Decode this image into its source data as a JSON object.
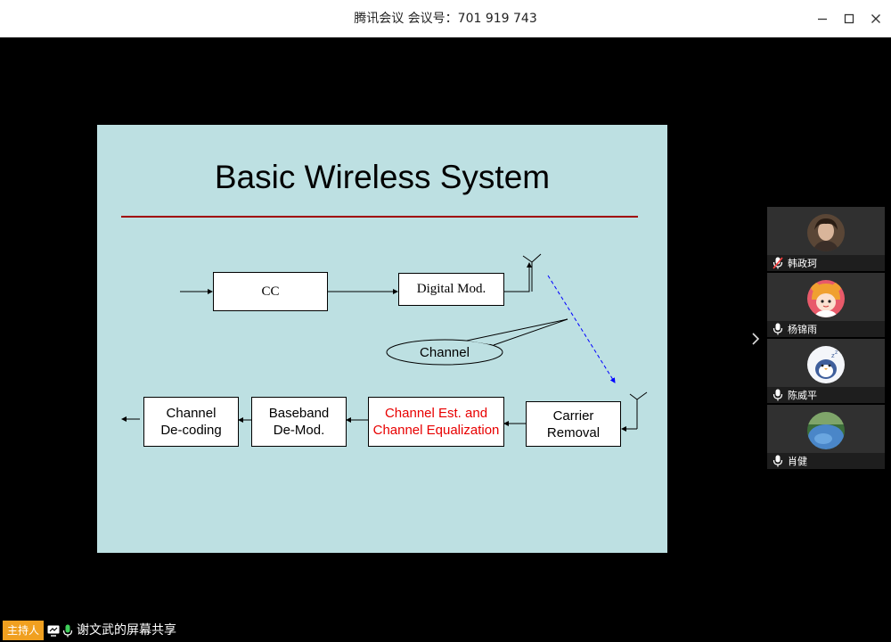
{
  "window": {
    "title": "腾讯会议 会议号：701 919 743"
  },
  "slide": {
    "title": "Basic Wireless System",
    "blocks": {
      "cc": "CC",
      "digital_mod": "Digital Mod.",
      "channel_callout": "Channel",
      "carrier_removal_1": "Carrier",
      "carrier_removal_2": "Removal",
      "chan_est_1": "Channel Est. and",
      "chan_est_2": "Channel Equalization",
      "baseband_1": "Baseband",
      "baseband_2": "De-Mod.",
      "decoding_1": "Channel",
      "decoding_2": "De-coding"
    },
    "colors": {
      "background": "#bde0e2",
      "rule": "#a00000",
      "highlight_text": "#e80000",
      "channel_path": "#0000ff"
    }
  },
  "participants": [
    {
      "name": "韩政珂",
      "mic": "muted",
      "avatar": "photo-person-icon"
    },
    {
      "name": "杨锦雨",
      "mic": "on",
      "avatar": "cartoon-girl-icon"
    },
    {
      "name": "陈威平",
      "mic": "on",
      "avatar": "cartoon-penguin-icon"
    },
    {
      "name": "肖健",
      "mic": "on",
      "avatar": "landscape-photo-icon"
    }
  ],
  "status": {
    "host_badge": "主持人",
    "share_label": "谢文武的屏幕共享",
    "accent": "#f0a020"
  }
}
